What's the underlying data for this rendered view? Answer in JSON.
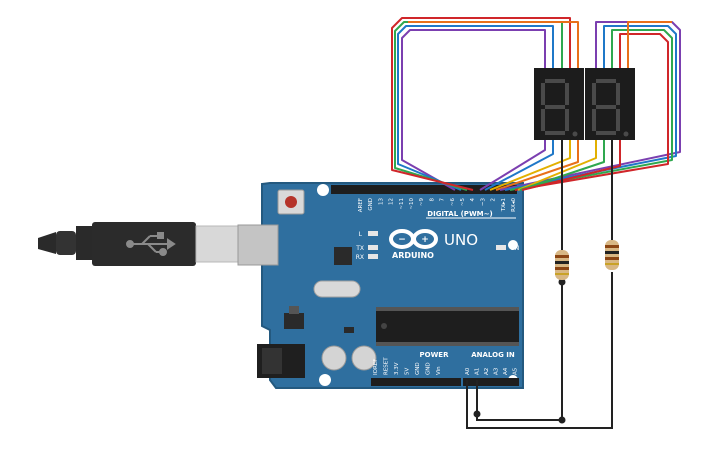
{
  "board": {
    "name": "UNO",
    "logo_text": "ARDUINO",
    "header_digital": "DIGITAL (PWM~)",
    "header_power": "POWER",
    "header_analog": "ANALOG IN",
    "on_label": "ON",
    "l_label": "L",
    "tx_label": "TX",
    "rx_label": "RX",
    "digital_pins": [
      "AREF",
      "GND",
      "13",
      "12",
      "~11",
      "~10",
      "~9",
      "8",
      "7",
      "~6",
      "~5",
      "4",
      "~3",
      "2",
      "TX▸1",
      "RX◂0"
    ],
    "power_pins": [
      "IOREF",
      "RESET",
      "3.3V",
      "5V",
      "GND",
      "GND",
      "Vin"
    ],
    "analog_pins": [
      "A0",
      "A1",
      "A2",
      "A3",
      "A4",
      "A5"
    ]
  },
  "colors": {
    "board": "#2f6f9f",
    "board_dark": "#24597f",
    "wire_black": "#222222",
    "wire_purple": "#7b3fb0",
    "wire_blue": "#1f78c8",
    "wire_green": "#2fa84f",
    "wire_yellow": "#e2b000",
    "wire_orange": "#e8701a",
    "wire_red": "#d0262a",
    "segment_off": "#4a4a4a",
    "display_body": "#1c1c1c"
  },
  "components": {
    "displays": [
      "seven-segment-display-left",
      "seven-segment-display-right"
    ],
    "resistors": 2
  }
}
